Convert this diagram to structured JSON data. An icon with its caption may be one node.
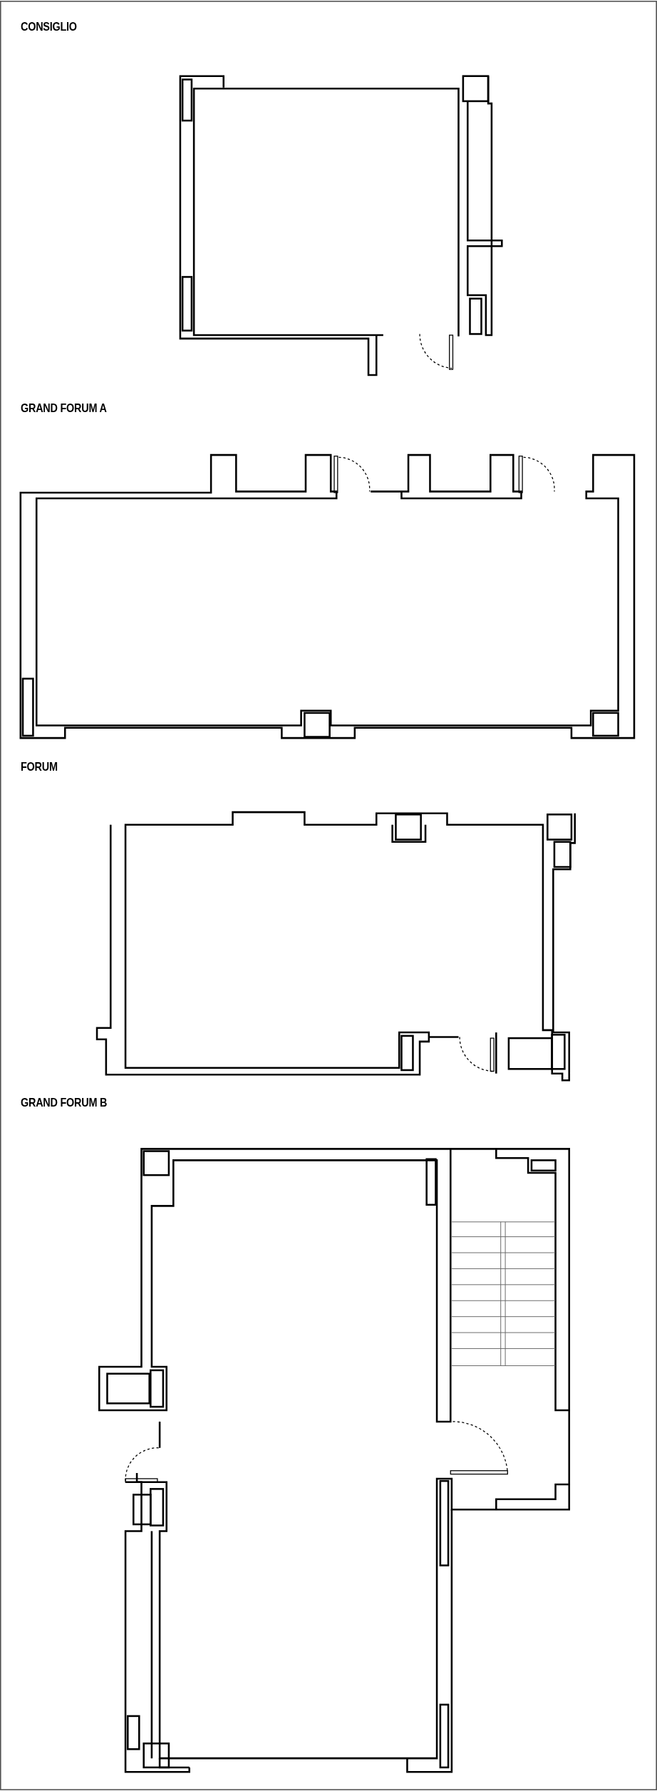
{
  "diagram": {
    "labels": [
      "CONSIGLIO",
      "GRAND FORUM A",
      "FORUM",
      "GRAND FORUM B"
    ]
  }
}
